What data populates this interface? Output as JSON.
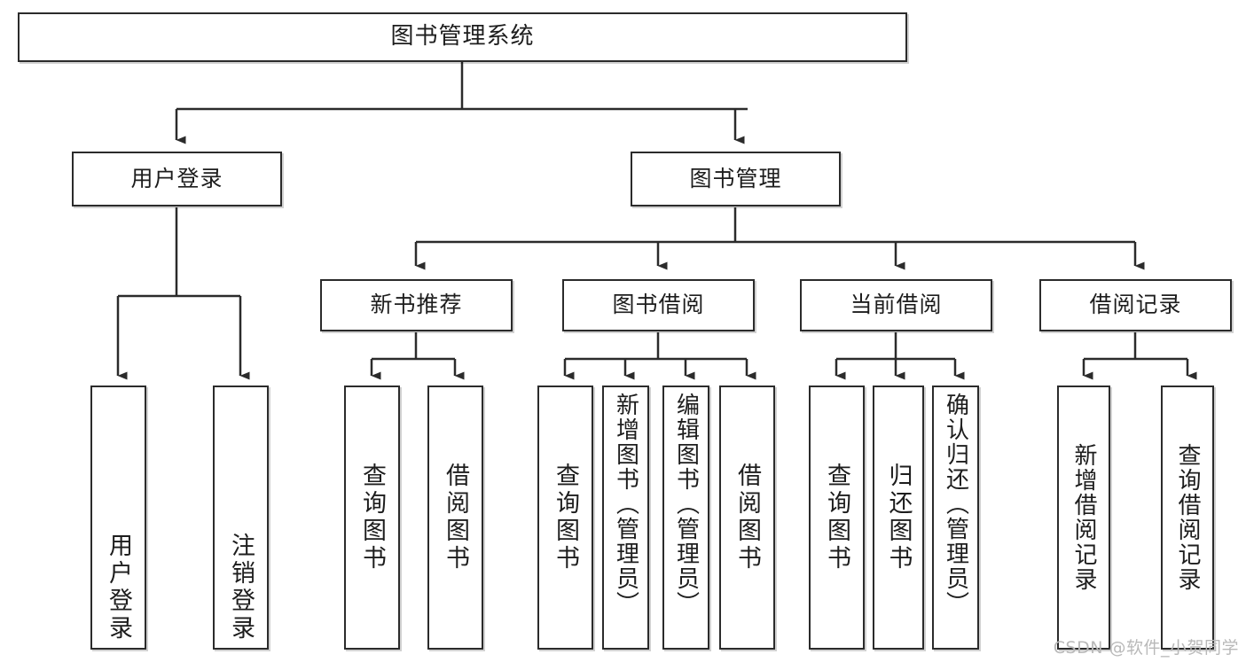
{
  "diagram": {
    "type": "tree",
    "title": "图书管理系统",
    "watermark": "CSDN @软件_小贺同学",
    "colors": {
      "box_border": "#2b2b2b",
      "box_fill": "#ffffff",
      "line": "#2b2b2b",
      "text": "#1d1d1d",
      "watermark": "#b9b9b9"
    },
    "levels": {
      "root": {
        "label": "图书管理系统"
      },
      "level2": [
        {
          "label": "用户登录"
        },
        {
          "label": "图书管理"
        }
      ],
      "level3": [
        {
          "label": "新书推荐"
        },
        {
          "label": "图书借阅"
        },
        {
          "label": "当前借阅"
        },
        {
          "label": "借阅记录"
        }
      ],
      "leaves": {
        "user_login": [
          {
            "label": "用户登录"
          },
          {
            "label": "注销登录"
          }
        ],
        "new_book_recommend": [
          {
            "label": "查询图书"
          },
          {
            "label": "借阅图书"
          }
        ],
        "book_borrow": [
          {
            "label": "查询图书"
          },
          {
            "label": "新增图书（管理员）"
          },
          {
            "label": "编辑图书（管理员）"
          },
          {
            "label": "借阅图书"
          }
        ],
        "current_borrow": [
          {
            "label": "查询图书"
          },
          {
            "label": "归还图书"
          },
          {
            "label": "确认归还（管理员）"
          }
        ],
        "borrow_record": [
          {
            "label": "新增借阅记录"
          },
          {
            "label": "查询借阅记录"
          }
        ]
      }
    }
  }
}
